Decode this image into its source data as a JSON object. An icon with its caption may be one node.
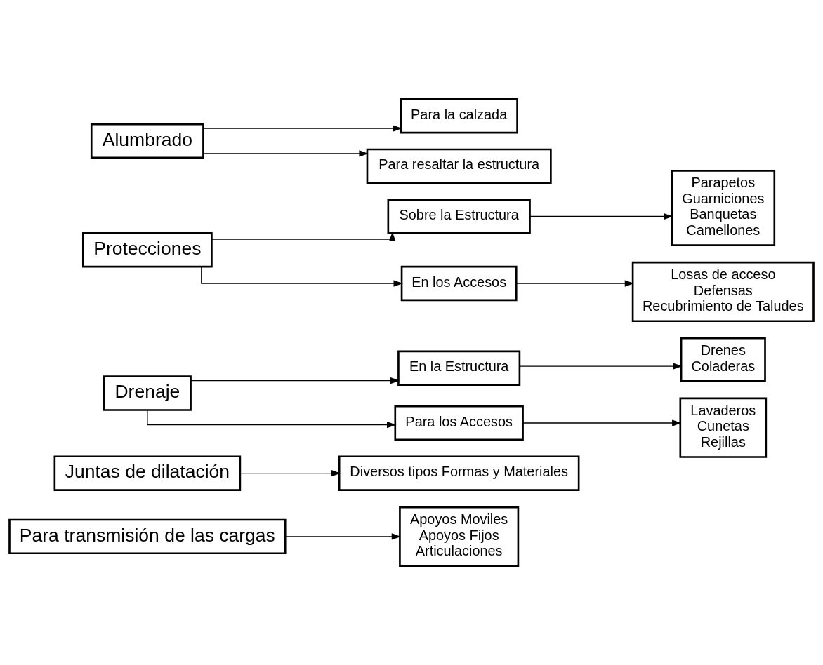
{
  "diagram": {
    "nodes": [
      {
        "text": [
          "Para transmisión de las cargas"
        ]
      },
      {
        "text": [
          "Apoyos Moviles",
          "Apoyos Fijos",
          "Articulaciones"
        ]
      },
      {
        "text": [
          "Juntas de dilatación"
        ]
      },
      {
        "text": [
          "Diversos tipos Formas y Materiales"
        ]
      },
      {
        "text": [
          "Drenaje"
        ]
      },
      {
        "text": [
          "En la Estructura"
        ]
      },
      {
        "text": [
          "Para los Accesos"
        ]
      },
      {
        "text": [
          "Drenes",
          "Coladeras"
        ]
      },
      {
        "text": [
          "Lavaderos",
          "Cunetas",
          "Rejillas"
        ]
      },
      {
        "text": [
          "Protecciones"
        ]
      },
      {
        "text": [
          "Sobre la Estructura"
        ]
      },
      {
        "text": [
          "En los Accesos"
        ]
      },
      {
        "text": [
          "Parapetos",
          "Guarniciones",
          "Banquetas",
          "Camellones"
        ]
      },
      {
        "text": [
          "Losas de acceso",
          "Defensas",
          "Recubrimiento de Taludes"
        ]
      },
      {
        "text": [
          "Alumbrado"
        ]
      },
      {
        "text": [
          "Para la calzada"
        ]
      },
      {
        "text": [
          "Para resaltar la estructura"
        ]
      }
    ],
    "edges": [
      {
        "from": 0,
        "to": 1,
        "arrow": "to"
      },
      {
        "from": 2,
        "to": 3,
        "arrow": "to"
      },
      {
        "from": 4,
        "to": 5,
        "arrow": "to"
      },
      {
        "from": 4,
        "to": 6,
        "arrow": "to"
      },
      {
        "from": 5,
        "to": 7,
        "arrow": "to"
      },
      {
        "from": 6,
        "to": 8,
        "arrow": "to"
      },
      {
        "from": 9,
        "to": 10,
        "arrow": "to"
      },
      {
        "from": 9,
        "to": 11,
        "arrow": "to"
      },
      {
        "from": 10,
        "to": 12,
        "arrow": "to"
      },
      {
        "from": 11,
        "to": 13,
        "arrow": "to"
      },
      {
        "from": 14,
        "to": 15,
        "arrow": "to"
      },
      {
        "from": 14,
        "to": 16,
        "arrow": "to"
      }
    ]
  }
}
